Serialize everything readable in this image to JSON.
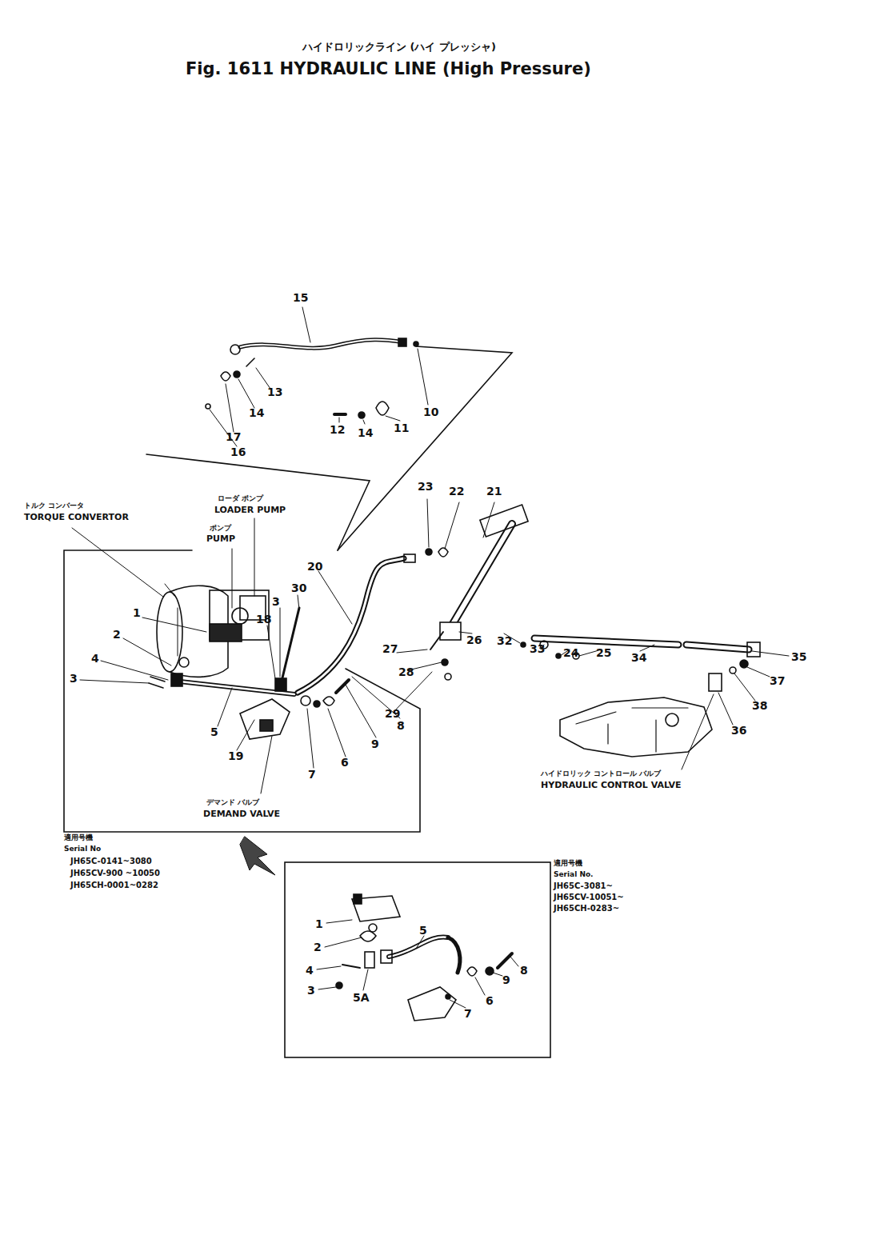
{
  "diagram": {
    "title": "Fig. 1611 HYDRAULIC LINE (High Pressure)",
    "labels": [
      "ハイドロリックライン (ハイ プレッシャ)",
      "15",
      "13",
      "14",
      "17",
      "16",
      "12",
      "14",
      "11",
      "10",
      "トルク コンバータ",
      "TORQUE CONVERTOR",
      "ローダ ポンプ",
      "LOADER PUMP",
      "ポンプ",
      "PUMP",
      "23",
      "22",
      "21",
      "20",
      "30",
      "3",
      "18",
      "1",
      "2",
      "4",
      "3",
      "27",
      "26",
      "32",
      "33",
      "24",
      "25",
      "34",
      "28",
      "29",
      "35",
      "37",
      "38",
      "36",
      "8",
      "5",
      "9",
      "19",
      "6",
      "7",
      "ハイドロリック コントロール バルブ",
      "HYDRAULIC CONTROL VALVE",
      "デマンド バルブ",
      "DEMAND VALVE",
      "適用号機",
      "Serial No",
      "JH65C-0141~3080",
      "JH65CV-900 ~10050",
      "JH65CH-0001~0282",
      "適用号機",
      "Serial No.",
      "JH65C-3081~",
      "JH65CV-10051~",
      "JH65CH-0283~",
      "1",
      "5",
      "2",
      "4",
      "8",
      "9",
      "3",
      "5A",
      "6",
      "7"
    ]
  }
}
